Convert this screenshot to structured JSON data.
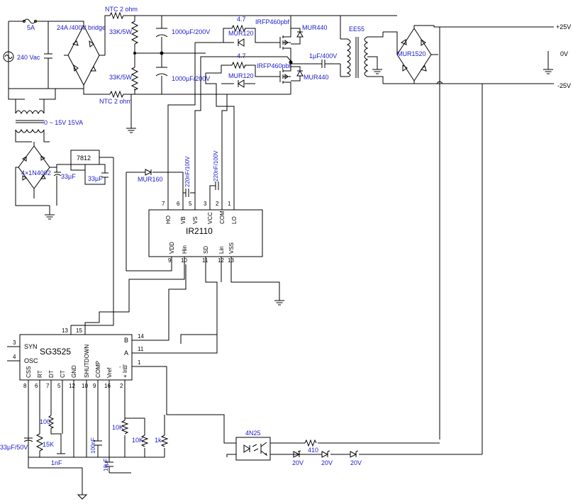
{
  "labels": {
    "fuse": "5A",
    "mains": "240 Vac",
    "bridge": "24A /400V bridge",
    "ntc_top": "NTC 2 ohm",
    "ntc_bot": "NTC 2 ohm",
    "r_top": "33K/5W",
    "r_bot": "33K/5W",
    "cap_top": "1000µF/200V",
    "cap_bot": "1000µF/200V",
    "r47_top": "4.7",
    "r47_bot": "4.7",
    "mur120_top": "MUR120",
    "mur120_bot": "MUR120",
    "mosfet_top": "IRFP460pbf",
    "mosfet_bot": "IRFP460pbf",
    "mur440_top": "MUR440",
    "mur440_bot": "MUR440",
    "cap_couple": "1µF/400V",
    "transformer": "EE55",
    "out_bridge": "MUR1520",
    "v_pos": "+25V",
    "v_zero": "0V",
    "v_neg": "-25V",
    "aux_trafo": "0 ~ 15V  15VA",
    "aux_bridge": "4×1N4002",
    "aux_cap1": "33µF",
    "aux_cap2": "33µF",
    "regulator": "7812",
    "mur160": "MUR160",
    "cap_boot": "220nF/100V",
    "cap_vcc": "220nF/100V",
    "ir_name": "IR2110",
    "sg_name": "SG3525",
    "r100": "100",
    "r15k": "15K",
    "c1nf": "1nF",
    "c100nf": "100nF",
    "c10uf": "10µF",
    "c33uf": "33µF/50V",
    "r10k_a": "10K",
    "r10k_b": "10K",
    "r1k": "1k",
    "opto": "4N25",
    "r410": "410",
    "z1": "20V",
    "z2": "20V",
    "z3": "20V"
  },
  "ir2110": {
    "top_pins": [
      {
        "num": "7",
        "name": "HO"
      },
      {
        "num": "6",
        "name": "VB"
      },
      {
        "num": "5",
        "name": "VS"
      },
      {
        "num": "3",
        "name": "VCC"
      },
      {
        "num": "2",
        "name": "COM"
      },
      {
        "num": "1",
        "name": "LO"
      }
    ],
    "bottom_pins": [
      {
        "num": "9",
        "name": "VDD"
      },
      {
        "num": "10",
        "name": "Hin"
      },
      {
        "num": "11",
        "name": "SD"
      },
      {
        "num": "12",
        "name": "Lin"
      },
      {
        "num": "13",
        "name": "VSS"
      }
    ]
  },
  "sg3525": {
    "left_pins": [
      {
        "num": "3",
        "name": "SYN"
      },
      {
        "num": "4",
        "name": "OSC"
      }
    ],
    "top_pins": [
      {
        "num": "13"
      },
      {
        "num": "15"
      }
    ],
    "right_pins": [
      {
        "num": "14",
        "name": "B"
      },
      {
        "num": "11",
        "name": "A"
      },
      {
        "num": "1",
        "name": "- In"
      }
    ],
    "bottom_pins": [
      {
        "num": "8",
        "name": "CSS"
      },
      {
        "num": "6",
        "name": "RT"
      },
      {
        "num": "7",
        "name": "DT"
      },
      {
        "num": "5",
        "name": "CT"
      },
      {
        "num": "12",
        "name": "GND"
      },
      {
        "num": "10",
        "name": "SHUTDOWN"
      },
      {
        "num": "9",
        "name": "COMP"
      },
      {
        "num": "16",
        "name": "Vref"
      },
      {
        "num": "2",
        "name": "+ In"
      }
    ]
  }
}
